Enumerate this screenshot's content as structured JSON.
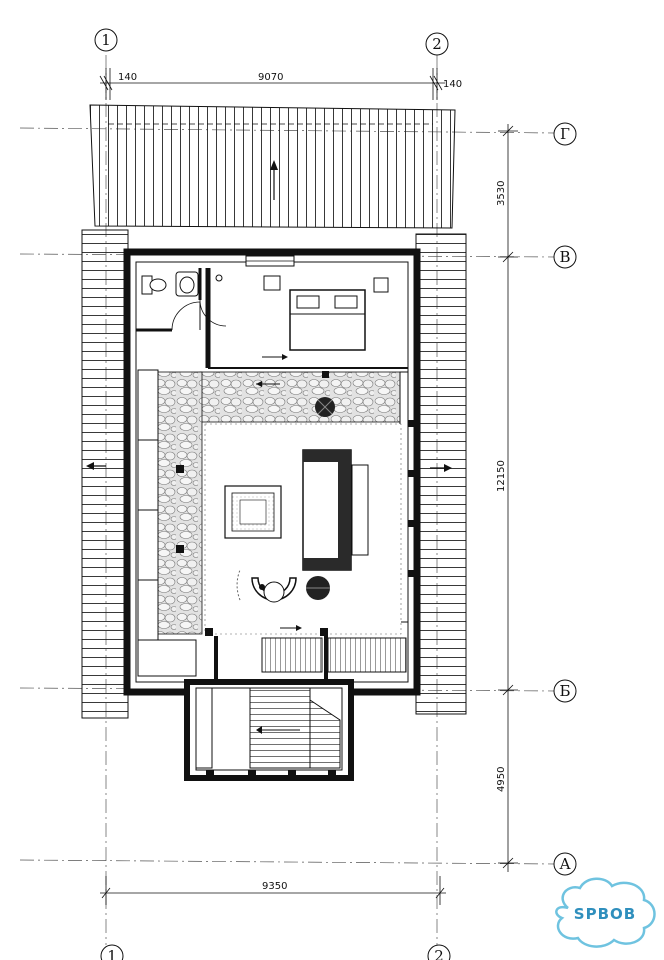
{
  "axes": {
    "top": [
      "1",
      "2"
    ],
    "bottom": [
      "1",
      "2"
    ],
    "right": [
      "Г",
      "В",
      "Б",
      "А"
    ]
  },
  "dimensions": {
    "top_left": "140",
    "top_total": "9070",
    "top_right": "140",
    "bottom_total": "9350",
    "right_gv": "3530",
    "right_vb": "12150",
    "right_ba": "4950"
  },
  "logo": {
    "text": "SPBOB",
    "color": "#2f8fbd"
  },
  "colors": {
    "line": "#111111",
    "stone": "#cfcfcf",
    "wall": "#1a1a1a"
  }
}
